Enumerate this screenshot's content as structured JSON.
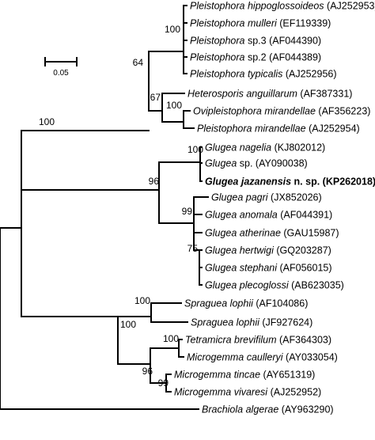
{
  "scale_bar": {
    "label": "0.05"
  },
  "taxa": [
    {
      "id": "t1",
      "parts": [
        {
          "t": "Pleistophora hippoglossoideos",
          "i": true
        },
        {
          "t": " (AJ252953)"
        }
      ]
    },
    {
      "id": "t2",
      "parts": [
        {
          "t": "Pleistophora mulleri",
          "i": true
        },
        {
          "t": " (EF119339)"
        }
      ]
    },
    {
      "id": "t3",
      "parts": [
        {
          "t": "Pleistophora",
          "i": true
        },
        {
          "t": " sp.3 (AF044390)"
        }
      ]
    },
    {
      "id": "t4",
      "parts": [
        {
          "t": "Pleistophora",
          "i": true
        },
        {
          "t": " sp.2 (AF044389)"
        }
      ]
    },
    {
      "id": "t5",
      "parts": [
        {
          "t": "Pleistophora typicalis",
          "i": true
        },
        {
          "t": " (AJ252956)"
        }
      ]
    },
    {
      "id": "t6",
      "parts": [
        {
          "t": "Heterosporis anguillarum",
          "i": true
        },
        {
          "t": " (AF387331)"
        }
      ]
    },
    {
      "id": "t7",
      "parts": [
        {
          "t": "Ovipleistophora mirandellae",
          "i": true
        },
        {
          "t": " (AF356223)"
        }
      ]
    },
    {
      "id": "t8",
      "parts": [
        {
          "t": "Pleistophora mirandellae",
          "i": true
        },
        {
          "t": " (AJ252954)"
        }
      ]
    },
    {
      "id": "t9",
      "parts": [
        {
          "t": "Glugea nagelia",
          "i": true
        },
        {
          "t": " (KJ802012)"
        }
      ]
    },
    {
      "id": "t10",
      "parts": [
        {
          "t": "Glugea",
          "i": true
        },
        {
          "t": " sp. (AY090038)"
        }
      ]
    },
    {
      "id": "t11",
      "bold": true,
      "parts": [
        {
          "t": "Glugea jazanensis",
          "i": true
        },
        {
          "t": " n. sp. (KP262018)"
        }
      ]
    },
    {
      "id": "t12",
      "parts": [
        {
          "t": "Glugea pagri",
          "i": true
        },
        {
          "t": " (JX852026)"
        }
      ]
    },
    {
      "id": "t13",
      "parts": [
        {
          "t": "Glugea anomala",
          "i": true
        },
        {
          "t": " (AF044391)"
        }
      ]
    },
    {
      "id": "t14",
      "parts": [
        {
          "t": "Glugea atherinae",
          "i": true
        },
        {
          "t": " (GAU15987)"
        }
      ]
    },
    {
      "id": "t15",
      "parts": [
        {
          "t": "Glugea hertwigi",
          "i": true
        },
        {
          "t": " (GQ203287)"
        }
      ]
    },
    {
      "id": "t16",
      "parts": [
        {
          "t": "Glugea stephani",
          "i": true
        },
        {
          "t": " (AF056015)"
        }
      ]
    },
    {
      "id": "t17",
      "parts": [
        {
          "t": "Glugea plecoglossi",
          "i": true
        },
        {
          "t": " (AB623035)"
        }
      ]
    },
    {
      "id": "t18",
      "parts": [
        {
          "t": "Spraguea lophii",
          "i": true
        },
        {
          "t": " (AF104086)"
        }
      ]
    },
    {
      "id": "t19",
      "parts": [
        {
          "t": "Spraguea lophii",
          "i": true
        },
        {
          "t": " (JF927624)"
        }
      ]
    },
    {
      "id": "t20",
      "parts": [
        {
          "t": "Tetramicra brevifilum",
          "i": true
        },
        {
          "t": " (AF364303)"
        }
      ]
    },
    {
      "id": "t21",
      "parts": [
        {
          "t": "Microgemma caulleryi",
          "i": true
        },
        {
          "t": " (AY033054)"
        }
      ]
    },
    {
      "id": "t22",
      "parts": [
        {
          "t": "Microgemma tincae",
          "i": true
        },
        {
          "t": " (AY651319)"
        }
      ]
    },
    {
      "id": "t23",
      "parts": [
        {
          "t": "Microgemma vivaresi",
          "i": true
        },
        {
          "t": " (AJ252952)"
        }
      ]
    },
    {
      "id": "t24",
      "parts": [
        {
          "t": "Brachiola algerae",
          "i": true
        },
        {
          "t": " (AY963290)"
        }
      ]
    }
  ],
  "bootstrap_values": [
    {
      "id": "b_pleist",
      "value": "100"
    },
    {
      "id": "b_top",
      "value": "64"
    },
    {
      "id": "b_hetero",
      "value": "67"
    },
    {
      "id": "b_ovi",
      "value": "100"
    },
    {
      "id": "b_main",
      "value": "100"
    },
    {
      "id": "b_nagelia",
      "value": "100"
    },
    {
      "id": "b_glugea",
      "value": "96"
    },
    {
      "id": "b_anomala",
      "value": "99"
    },
    {
      "id": "b_hertwigi",
      "value": "75"
    },
    {
      "id": "b_spraguea",
      "value": "100"
    },
    {
      "id": "b_lower",
      "value": "100"
    },
    {
      "id": "b_micro",
      "value": "96"
    },
    {
      "id": "b_tetra",
      "value": "100"
    },
    {
      "id": "b_tincae",
      "value": "99"
    }
  ]
}
